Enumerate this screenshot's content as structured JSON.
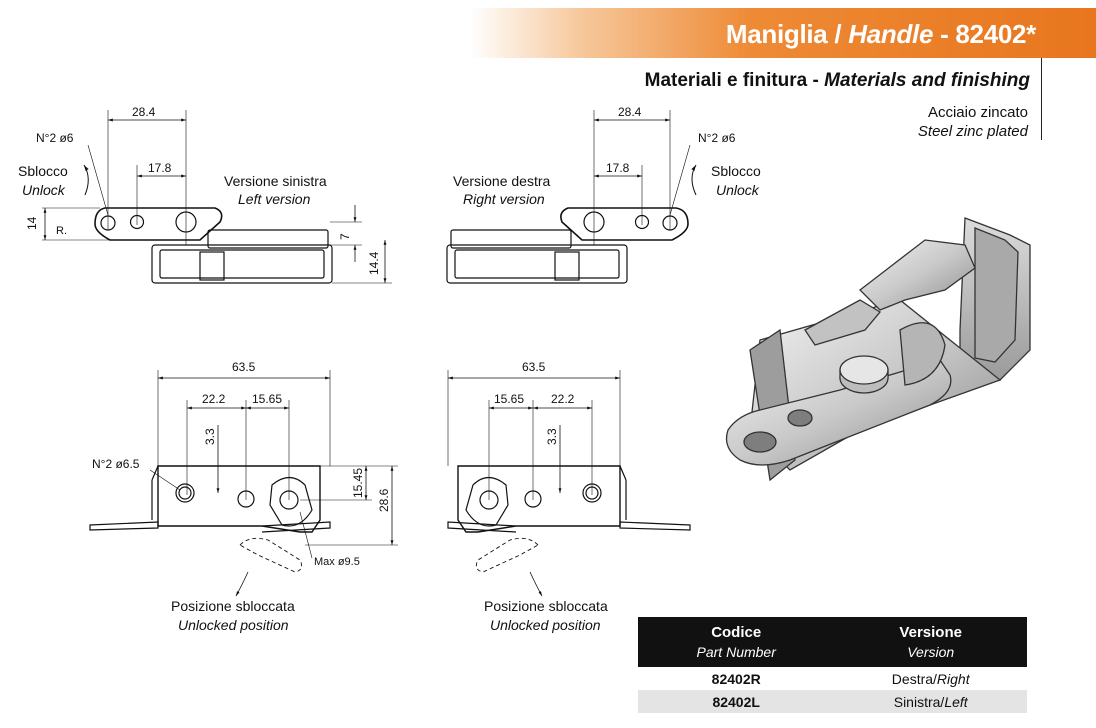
{
  "header": {
    "title_it": "Maniglia /",
    "title_en": "Handle",
    "title_sep": "-",
    "title_code": "82402*"
  },
  "materials": {
    "heading_it": "Materiali e finitura -",
    "heading_en": "Materials and finishing",
    "material_it": "Acciaio zincato",
    "material_en": "Steel zinc plated"
  },
  "top_left_view": {
    "version_it": "Versione sinistra",
    "version_en": "Left version",
    "unlock_it": "Sblocco",
    "unlock_en": "Unlock",
    "holes": "N°2  ø6",
    "dim_28_4": "28.4",
    "dim_17_8": "17.8",
    "dim_14": "14",
    "dim_7": "7",
    "dim_14_4": "14.4",
    "radius": "R."
  },
  "top_right_view": {
    "version_it": "Versione destra",
    "version_en": "Right version",
    "unlock_it": "Sblocco",
    "unlock_en": "Unlock",
    "holes": "N°2  ø6",
    "dim_28_4": "28.4",
    "dim_17_8": "17.8"
  },
  "bottom_left_view": {
    "dim_63_5": "63.5",
    "dim_22_2": "22.2",
    "dim_15_65": "15.65",
    "dim_3_3": "3.3",
    "dim_15_45": "15.45",
    "dim_28_6": "28.6",
    "holes": "N°2  ø6.5",
    "max": "Max  ø9.5",
    "position_it": "Posizione sbloccata",
    "position_en": "Unlocked position"
  },
  "bottom_right_view": {
    "dim_63_5": "63.5",
    "dim_15_65": "15.65",
    "dim_22_2": "22.2",
    "dim_3_3": "3.3",
    "position_it": "Posizione sbloccata",
    "position_en": "Unlocked position"
  },
  "table": {
    "col1_it": "Codice",
    "col1_en": "Part Number",
    "col2_it": "Versione",
    "col2_en": "Version",
    "rows": [
      {
        "code": "82402R",
        "version_it": "Destra/",
        "version_en": "Right"
      },
      {
        "code": "82402L",
        "version_it": "Sinistra/",
        "version_en": "Left"
      }
    ]
  },
  "colors": {
    "accent": "#e8761e",
    "table_header": "#111111",
    "table_alt_row": "#e4e4e4"
  }
}
